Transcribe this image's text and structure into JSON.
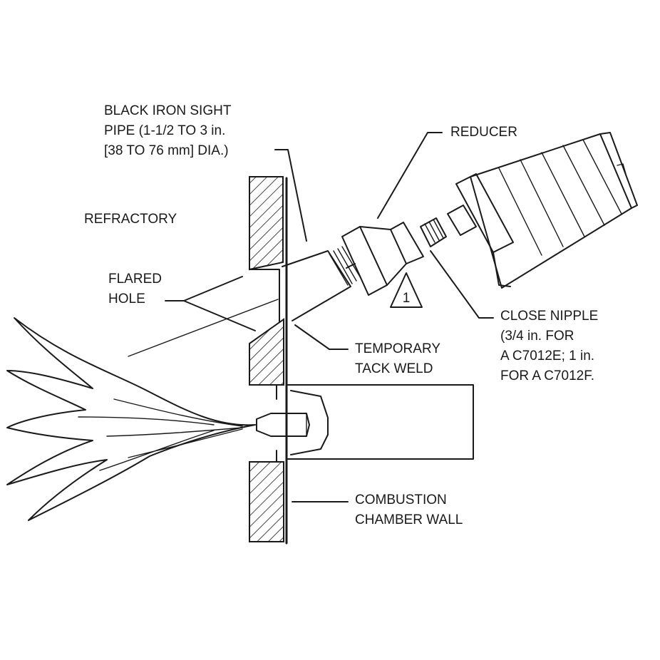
{
  "labels": {
    "sight_pipe": [
      "BLACK IRON SIGHT",
      "PIPE (1-1/2 TO 3 in.",
      "[38 TO 76 mm] DIA.)"
    ],
    "refractory": [
      "REFRACTORY"
    ],
    "flared_hole": [
      "FLARED",
      "HOLE"
    ],
    "reducer": [
      "REDUCER"
    ],
    "close_nipple": [
      "CLOSE NIPPLE",
      "(3/4 in. FOR",
      "A C7012E; 1 in.",
      "FOR A C7012F."
    ],
    "tack_weld": [
      "TEMPORARY",
      "TACK WELD"
    ],
    "chamber_wall": [
      "COMBUSTION",
      "CHAMBER WALL"
    ]
  },
  "note_marker": "1",
  "colors": {
    "ink": "#1a1a1a",
    "background": "#ffffff"
  }
}
